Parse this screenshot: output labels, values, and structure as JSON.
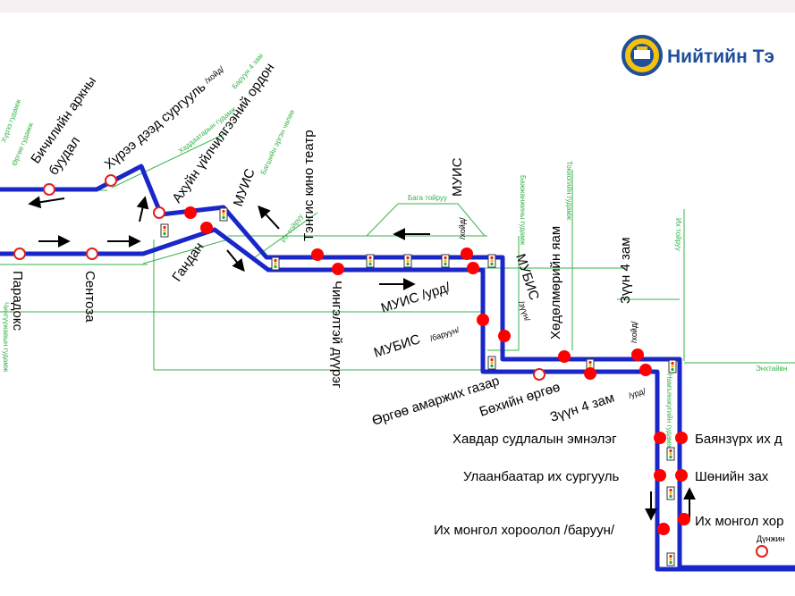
{
  "brand": {
    "name": "Нийтийн Тэ",
    "logo_icon": "city-emblem-icon"
  },
  "colors": {
    "route": "#1a27c8",
    "road": "#37b34a",
    "stop": "#ff0000",
    "brand": "#1f4e9a"
  },
  "stops": {
    "bichiliin": "Бичилийн аркны",
    "buudal": "буудал",
    "khuree": "Хүрээ дээд сургууль",
    "khuree_note": "/хойд/",
    "akhuin": "Ахуйн үйлчилгээний ордон",
    "muis_top": "МУИС",
    "tengis": "Тэнгис кино театр",
    "muis_north": "МУИС",
    "muis_north_note": "/хойд/",
    "khudelmur": "Хөдөлмөрийн яам",
    "zuun4_north": "Зүүн 4 зам",
    "zuun4_north_note": "/хойд/",
    "paradoks": "Парадокс",
    "sentoza": "Сентоза",
    "gandan": "Гандан",
    "chingeltei": "Чингэлтэй дүүрэг",
    "muis_south": "МУИС /урд/",
    "mubis_east": "МУБИС",
    "mubis_east_note": "/зүүн/",
    "mubis_west": "МУБИС",
    "mubis_west_note": "/баруун/",
    "urguu": "Өргөө амаржих газар",
    "bokhiin": "Бөхийн өргөө",
    "zuun4_south": "Зүүн 4 зам",
    "zuun4_south_note": "/урд/",
    "khavdar": "Хавдар судлалын эмнэлэг",
    "ub_university": "Улаанбаатар их сургууль",
    "ikh_mongol_west": "Их монгол хороолол /баруун/",
    "bayanzurkh": "Баянзүрх их д",
    "shonii": "Шөнийн зах",
    "ikh_mongol_east": "Их монгол хор",
    "dunjin": "Дүнжин"
  },
  "roads": {
    "urgoo": "Өргөө гудамж",
    "khuree": "Хүрээ гудамж",
    "baruun_4": "Баруун 4 зам",
    "chinggis": "Чингүүжавын гудамж",
    "khaddaatar": "Хаддаатарын гудамж",
    "ikh_toiruu_green": "Их тойруу",
    "bagsh": "Багшийн эргэн чөлөө",
    "baga_toiruu": "Бага тойруу",
    "bajjanjin": "Бажжанжины гудамж",
    "tokio": "Токиогийн гудамж",
    "ikh_toiruu": "Их тойруу",
    "enkhtaivan": "Энхтайвн",
    "namyanju": "Намъянжугийн гудамж"
  }
}
